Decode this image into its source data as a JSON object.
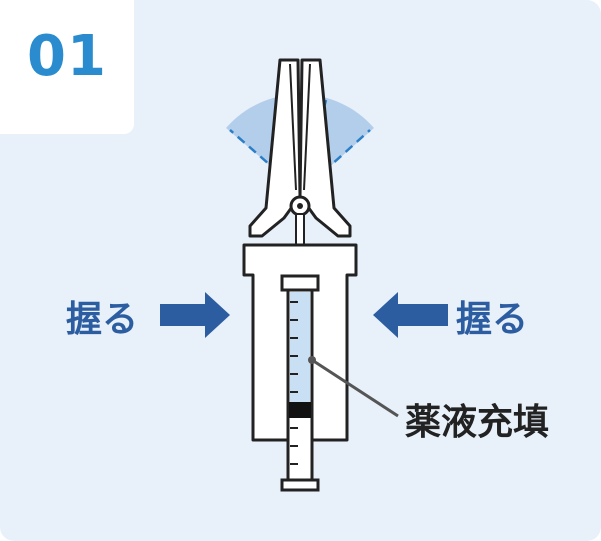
{
  "step": {
    "number": "01"
  },
  "labels": {
    "grip_left": "握る",
    "grip_right": "握る",
    "fill": "薬液充填"
  },
  "colors": {
    "background": "#e8f1fa",
    "badge_number": "#2a8ccf",
    "grip_text": "#2d5da1",
    "arrow": "#2d5da1",
    "spray_fan": "#a9c8e8",
    "spray_lines": "#2a7fc8",
    "liquid": "#c9dff3",
    "outline": "#222222"
  }
}
